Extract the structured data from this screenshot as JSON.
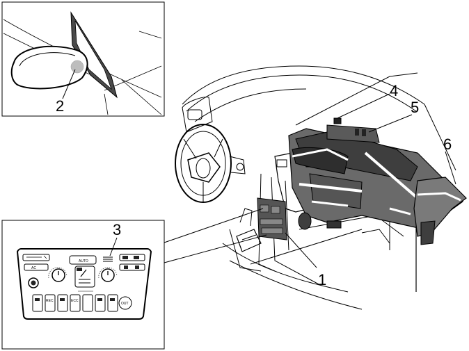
{
  "callouts": {
    "c1": "1",
    "c2": "2",
    "c3": "3",
    "c4": "4",
    "c5": "5",
    "c6": "6"
  },
  "panel": {
    "auto_label": "AUTO",
    "ac_label": "AC",
    "rec_label": "REC",
    "ecc_label": "ECC",
    "out_label": "OUT"
  },
  "colors": {
    "line": "#000000",
    "shade": "#4a4a4a",
    "mirror_sensor": "#bdbdbd"
  }
}
